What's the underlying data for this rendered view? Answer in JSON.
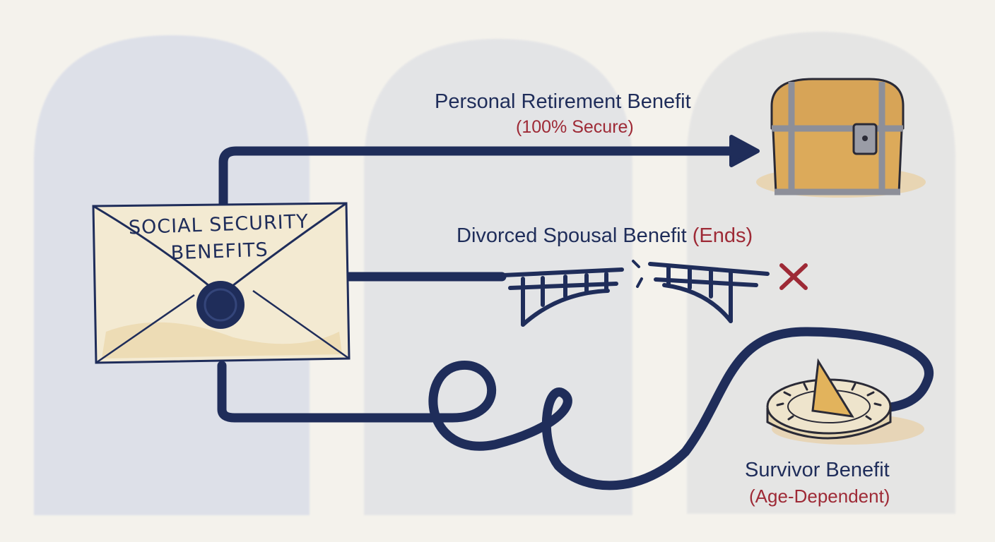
{
  "colors": {
    "navy": "#1f2d5a",
    "accent_red": "#9e2a36",
    "parchment": "#f3ead2",
    "gold": "#dcaa5a",
    "panel": "#e4e5ea"
  },
  "envelope": {
    "line1": "SOCIAL SECURITY",
    "line2": "BENEFITS",
    "icon": "envelope-icon"
  },
  "branches": [
    {
      "title": "Personal Retirement Benefit",
      "status": "(100% Secure)",
      "icon": "treasure-chest-icon"
    },
    {
      "title": "Divorced Spousal Benefit",
      "status": "(Ends)",
      "icon": "broken-bridge-icon"
    },
    {
      "title": "Survivor Benefit",
      "status": "(Age-Dependent)",
      "icon": "sundial-icon"
    }
  ]
}
